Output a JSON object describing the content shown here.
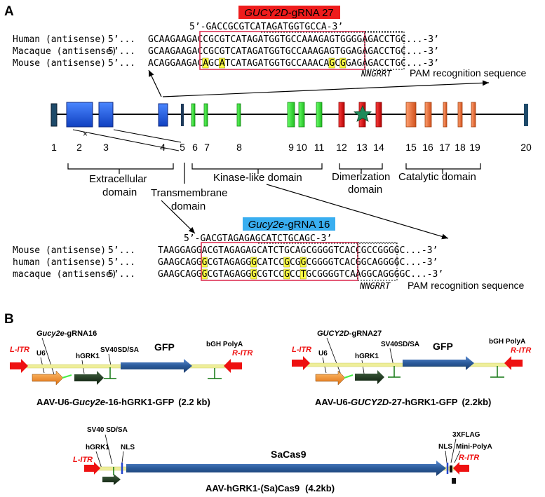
{
  "panel_a": {
    "label": "A",
    "gucy2d": {
      "grna_label_1": "GUCY2D",
      "grna_label_2": "-gRNA 27",
      "grna_seq": "5’-GACCGCGTCATAGATGGTGCCA-3’",
      "rows": [
        {
          "name": "Human (antisense)",
          "prefix": "5’...",
          "seq": "GCAAGAAGACCGCGTCATAGATGGTGCCAAAGAGTGGGGAGACCTGC",
          "suffix": "...-3’"
        },
        {
          "name": "Macaque (antisense)",
          "prefix": "5’...",
          "seq": "GCAAGAAGACCGCGTCATAGATGGTGCCAAAGAGTGGAGAGACCTGC",
          "suffix": "...-3’"
        },
        {
          "name": "Mouse (antisense)",
          "prefix": "5’...",
          "seq": "ACAGGAAGACAGCATCATAGATGGTGCCAAACAGCGGAGAGACCTGC",
          "suffix": "...-3’"
        }
      ],
      "highlights": [
        [
          2,
          10
        ],
        [
          2,
          13
        ],
        [
          2,
          33
        ],
        [
          2,
          35
        ]
      ],
      "nngrrt": "NNGRRT",
      "pam_label": "PAM recognition sequence"
    },
    "gene": {
      "exon_numbers": [
        "1",
        "2",
        "3",
        "4",
        "5",
        "6",
        "7",
        "8",
        "9",
        "10",
        "11",
        "12",
        "13",
        "14",
        "15",
        "16",
        "17",
        "18",
        "19",
        "20"
      ],
      "domains": {
        "extracellular_1": "Extracellular",
        "extracellular_2": "domain",
        "transmembrane_1": "Transmembrane",
        "transmembrane_2": "domain",
        "kinase": "Kinase-like domain",
        "dimerization_1": "Dimerization",
        "dimerization_2": "domain",
        "catalytic": "Catalytic domain"
      },
      "colors": {
        "extracellular": "#1f5ee0",
        "kinase": "#33dd33",
        "dimerization": "#e01818",
        "catalytic": "#f07040",
        "edge": "#1a2a3a",
        "star": "#1e8a5a"
      }
    },
    "gucy2e": {
      "grna_label_1": "Gucy2e",
      "grna_label_2": "-gRNA 16",
      "grna_seq": "5’-GACGTAGAGAGCATCTGCAGC-3’",
      "rows": [
        {
          "name": "Mouse (antisense)",
          "prefix": "5’...",
          "seq": "TAAGGAGGACGTAGAGAGCATCTGCAGCGGGGTCACCGCCGGGGC",
          "suffix": "...-3’"
        },
        {
          "name": "human (antisense)",
          "prefix": "5’...",
          "seq": "GAAGCAGGGCGTAGAGGGCATCCGCGGCGGGGTCACGGCAGGGGC",
          "suffix": "...-3’"
        },
        {
          "name": "macaque (antisense)",
          "prefix": "5’...",
          "seq": "GAAGCAGGGCGTAGAGGGCGTCCGCCTGCGGGGTCAAGGCAGGGGC",
          "suffix": "...-3’"
        }
      ],
      "highlights": [
        [
          1,
          8
        ],
        [
          1,
          17
        ],
        [
          1,
          23
        ],
        [
          1,
          26
        ],
        [
          2,
          8
        ],
        [
          2,
          17
        ],
        [
          2,
          23
        ],
        [
          2,
          26
        ]
      ],
      "nngrrt": "NNGRRT",
      "pam_label": "PAM recognition sequence"
    }
  },
  "panel_b": {
    "label": "B",
    "construct1": {
      "grna_1": "Gucy2e",
      "grna_2": "-gRNA16",
      "litr": "L-ITR",
      "u6": "U6",
      "hgrk1": "hGRK1",
      "sv40": "SV40SD/SA",
      "gfp": "GFP",
      "bgh": "bGH PolyA",
      "ritr": "R-ITR",
      "title_1": "AAV-U6-",
      "title_2": "Gucy2e",
      "title_3": "-16-hGRK1-GFP",
      "title_4": "(2.2 kb)"
    },
    "construct2": {
      "grna_1": "GUCY2D",
      "grna_2": "-gRNA27",
      "litr": "L-ITR",
      "u6": "U6",
      "hgrk1": "hGRK1",
      "sv40": "SV40SD/SA",
      "gfp": "GFP",
      "bgh": "bGH PolyA",
      "ritr": "R-ITR",
      "title_1": "AAV-U6-",
      "title_2": "GUCY2D",
      "title_3": "-27-hGRK1-GFP",
      "title_4": "(2.2kb)"
    },
    "construct3": {
      "sv40": "SV40 SD/SA",
      "hgrk1": "hGRK1",
      "nls_left": "NLS",
      "litr": "L-ITR",
      "sacas9": "SaCas9",
      "nls_right": "NLS",
      "flag": "3XFLAG",
      "minipolya": "Mini-PolyA",
      "ritr": "R-ITR",
      "title": "AAV-hGRK1-(Sa)Cas9",
      "title_size": "(4.2kb)"
    },
    "colors": {
      "itr": "#ee1111",
      "u6": "#f08a20",
      "hgrk1": "#113311",
      "gfp": "#2a5a9a",
      "cas9": "#1f4f8f",
      "backbone": "#e8e890",
      "line": "#117711",
      "nls": "#2244cc",
      "grna": "#66ff66"
    }
  }
}
